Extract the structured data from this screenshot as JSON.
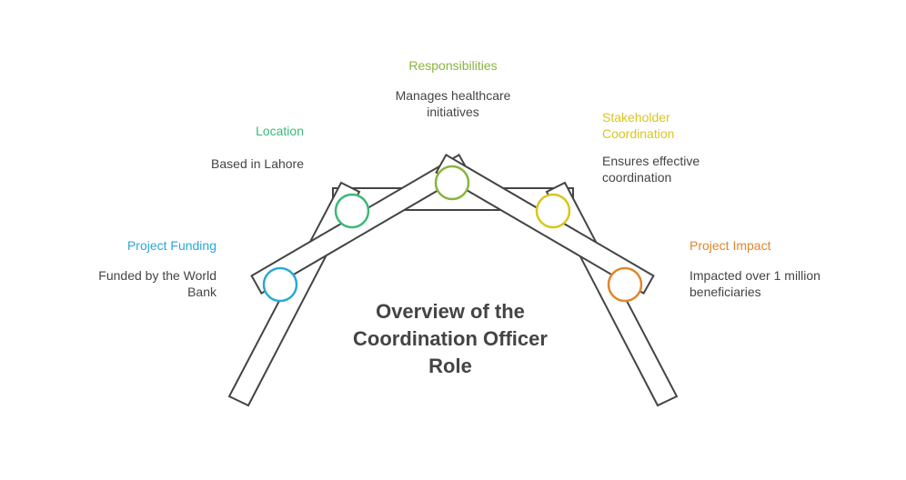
{
  "title": "Overview of the Coordination Officer Role",
  "nodes": [
    {
      "label": "Project Funding",
      "description": "Funded by the World Bank",
      "color": "#29a9d6"
    },
    {
      "label": "Location",
      "description": "Based in Lahore",
      "color": "#3cb878"
    },
    {
      "label": "Responsibilities",
      "description": "Manages healthcare initiatives",
      "color": "#8ab43c"
    },
    {
      "label": "Stakeholder Coordination",
      "description": "Ensures effective coordination",
      "color": "#d8c61c"
    },
    {
      "label": "Project Impact",
      "description": "Impacted over 1 million beneficiaries",
      "color": "#e0862c"
    }
  ]
}
